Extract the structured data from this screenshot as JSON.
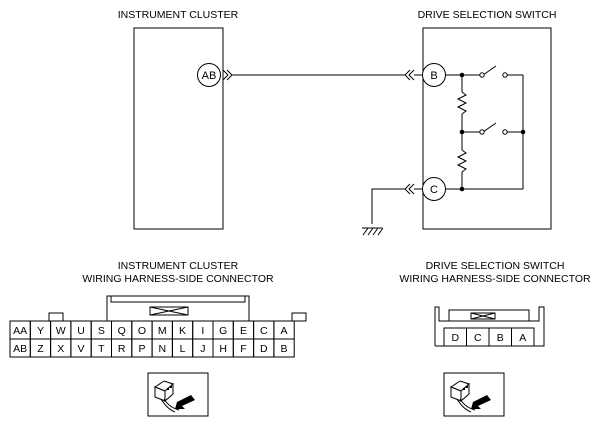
{
  "labels": {
    "instrument_cluster": "INSTRUMENT CLUSTER",
    "drive_selection_switch": "DRIVE SELECTION SWITCH",
    "ic_connector_line1": "INSTRUMENT CLUSTER",
    "ic_connector_line2": "WIRING HARNESS-SIDE CONNECTOR",
    "dss_connector_line1": "DRIVE SELECTION SWITCH",
    "dss_connector_line2": "WIRING HARNESS-SIDE CONNECTOR"
  },
  "terminals": {
    "ic": "AB",
    "dss_b": "B",
    "dss_c": "C"
  },
  "ic_connector": {
    "top_row": [
      "AA",
      "Y",
      "W",
      "U",
      "S",
      "Q",
      "O",
      "M",
      "K",
      "I",
      "G",
      "E",
      "C",
      "A"
    ],
    "bottom_row": [
      "AB",
      "Z",
      "X",
      "V",
      "T",
      "R",
      "P",
      "N",
      "L",
      "J",
      "H",
      "F",
      "D",
      "B"
    ]
  },
  "dss_connector": {
    "pins": [
      "D",
      "C",
      "B",
      "A"
    ]
  },
  "icons": {
    "ic_view": "connector-view-icon",
    "dss_view": "connector-view-icon",
    "ground": "ground-icon"
  }
}
